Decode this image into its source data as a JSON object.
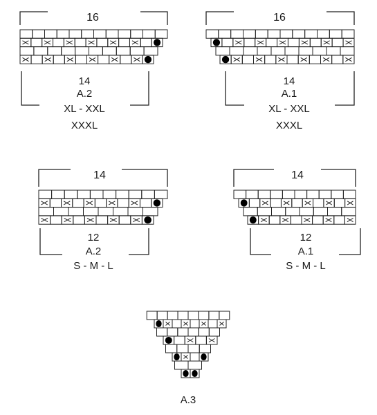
{
  "diagrams": [
    {
      "id": "a2-large",
      "top_count": "16",
      "bottom_count": "14",
      "name": "A.2",
      "sizes": [
        "XL - XXL",
        "XXXL"
      ],
      "rows": [
        "............",
        "-x.x.x.x.x.x.o",
        "..........",
        "-x.x.x.x.x.xo"
      ]
    },
    {
      "id": "a1-large",
      "top_count": "16",
      "bottom_count": "14",
      "name": "A.1",
      "sizes": [
        "XL - XXL",
        "XXXL"
      ],
      "rows": [
        "............",
        "o.x.x.x.x.x.x",
        "..........",
        "ox.x.x.x.x.x"
      ]
    },
    {
      "id": "a2-small",
      "top_count": "14",
      "bottom_count": "12",
      "name": "A.2",
      "sizes": [
        "S - M - L"
      ],
      "rows": [
        "..........",
        "-x.x.x.x.x.o",
        "........",
        "-x.x.x.x.xo"
      ]
    },
    {
      "id": "a1-small",
      "top_count": "14",
      "bottom_count": "12",
      "name": "A.1",
      "sizes": [
        "S - M - L"
      ],
      "rows": [
        "..........",
        "o.x.x.x.x.x",
        "........",
        "ox.x.x.x.x"
      ]
    }
  ],
  "triangle": {
    "name": "A.3",
    "rows": [
      "........",
      "ox.x.x.x",
      "......",
      "o.x.x",
      "....",
      "ox.o",
      "..",
      "oo"
    ]
  },
  "legend": {
    "x_symbol": "x",
    "o_symbol": "o",
    "empty_symbol": "."
  }
}
